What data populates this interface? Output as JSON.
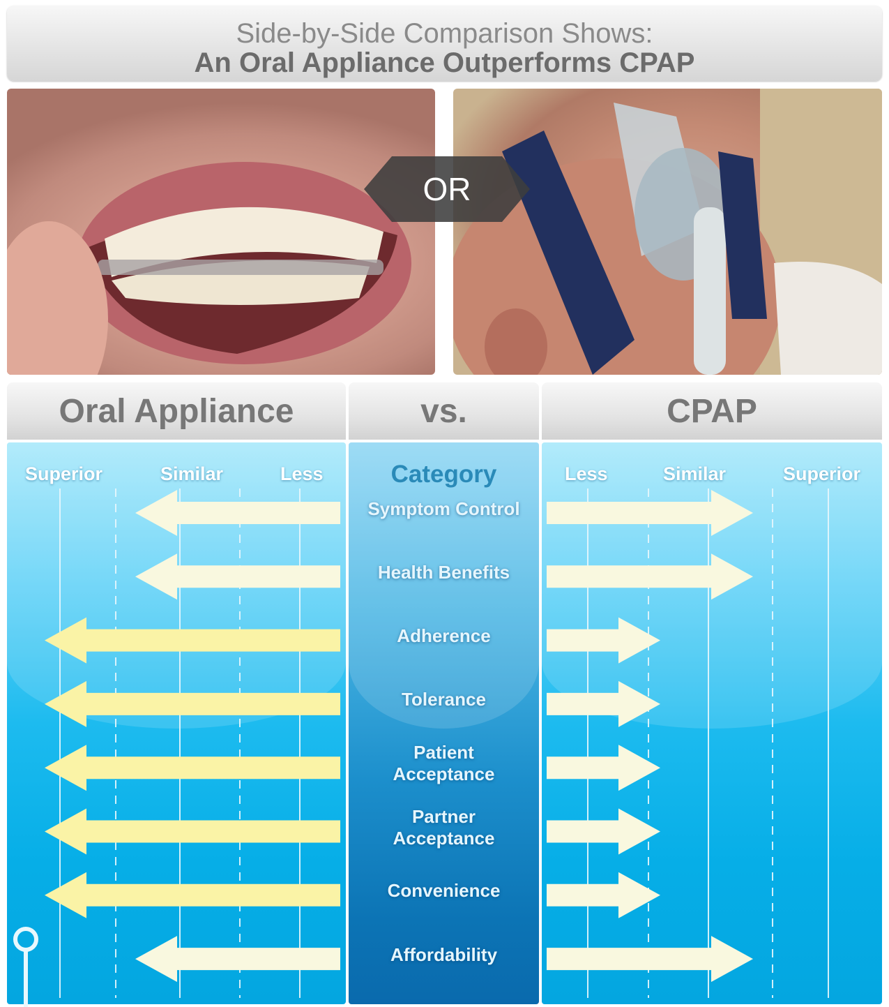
{
  "title": {
    "line1": "Side-by-Side Comparison Shows:",
    "line2": "An Oral Appliance Outperforms CPAP"
  },
  "photos": {
    "or_label": "OR"
  },
  "headers": {
    "left": "Oral Appliance",
    "middle": "vs.",
    "right": "CPAP"
  },
  "colors": {
    "panel_blue": "#06aee7",
    "arrow_pale": "#f9f8df",
    "arrow_yellow": "#faf3a6"
  },
  "chart_data": {
    "type": "bar",
    "scale_labels_left": [
      "Superior",
      "Similar",
      "Less"
    ],
    "scale_labels_right": [
      "Less",
      "Similar",
      "Superior"
    ],
    "scale_levels": {
      "Less": 1,
      "Similar": 2,
      "Superior": 3
    },
    "category_header": "Category",
    "categories": [
      "Symptom Control",
      "Health Benefits",
      "Adherence",
      "Tolerance",
      "Patient Acceptance",
      "Partner Acceptance",
      "Convenience",
      "Affordability"
    ],
    "category_lines": [
      [
        "Symptom Control"
      ],
      [
        "Health Benefits"
      ],
      [
        "Adherence"
      ],
      [
        "Tolerance"
      ],
      [
        "Patient",
        "Acceptance"
      ],
      [
        "Partner",
        "Acceptance"
      ],
      [
        "Convenience"
      ],
      [
        "Affordability"
      ]
    ],
    "series": [
      {
        "name": "Oral Appliance",
        "values": [
          2,
          2,
          3,
          3,
          3,
          3,
          3,
          2
        ]
      },
      {
        "name": "CPAP",
        "values": [
          2,
          2,
          1,
          1,
          1,
          1,
          1,
          2
        ]
      }
    ],
    "ylim": [
      0,
      3
    ]
  }
}
